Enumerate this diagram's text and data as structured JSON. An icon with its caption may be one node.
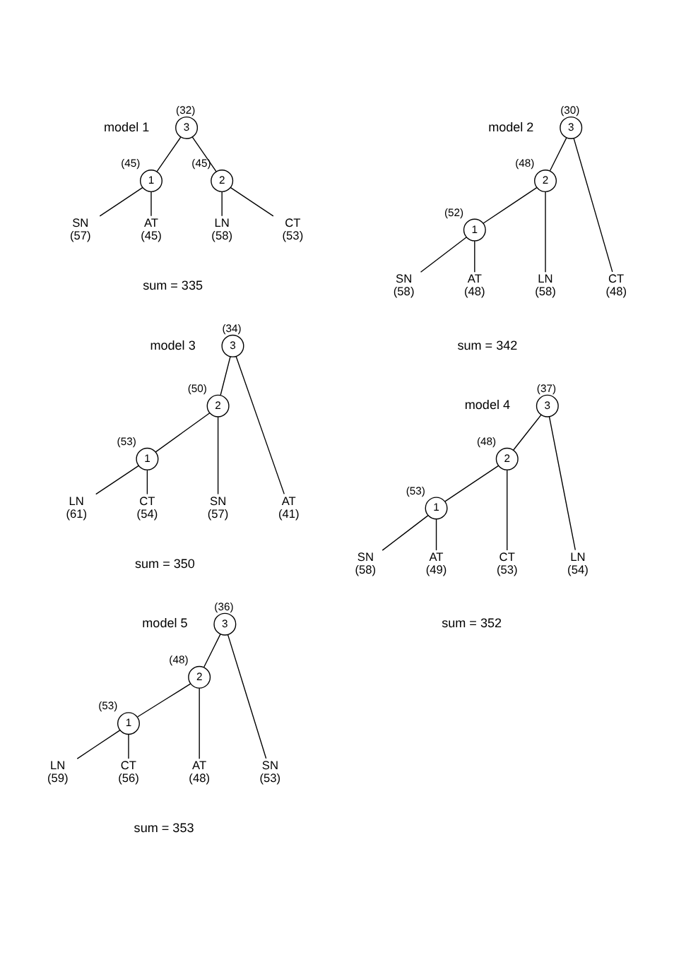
{
  "diagram": {
    "nodes": [
      {
        "text": [
          "3"
        ],
        "beside": [
          "(32)"
        ]
      },
      {
        "text": [
          "1"
        ],
        "beside": [
          "(45)"
        ]
      },
      {
        "text": [
          "2"
        ],
        "beside": [
          "(45)"
        ]
      },
      {
        "text": [
          "SN",
          "(57)"
        ]
      },
      {
        "text": [
          "AT",
          "(45)"
        ]
      },
      {
        "text": [
          "LN",
          "(58)"
        ]
      },
      {
        "text": [
          "CT",
          "(53)"
        ]
      },
      {
        "text": [
          "3"
        ],
        "beside": [
          "(30)"
        ]
      },
      {
        "text": [
          "2"
        ],
        "beside": [
          "(48)"
        ]
      },
      {
        "text": [
          "1"
        ],
        "beside": [
          "(52)"
        ]
      },
      {
        "text": [
          "SN",
          "(58)"
        ]
      },
      {
        "text": [
          "AT",
          "(48)"
        ]
      },
      {
        "text": [
          "LN",
          "(58)"
        ]
      },
      {
        "text": [
          "CT",
          "(48)"
        ]
      },
      {
        "text": [
          "3"
        ],
        "beside": [
          "(34)"
        ]
      },
      {
        "text": [
          "2"
        ],
        "beside": [
          "(50)"
        ]
      },
      {
        "text": [
          "1"
        ],
        "beside": [
          "(53)"
        ]
      },
      {
        "text": [
          "AT",
          "(41)"
        ]
      },
      {
        "text": [
          "SN",
          "(57)"
        ]
      },
      {
        "text": [
          "LN",
          "(61)"
        ]
      },
      {
        "text": [
          "CT",
          "(54)"
        ]
      },
      {
        "text": [
          "3"
        ],
        "beside": [
          "(37)"
        ]
      },
      {
        "text": [
          "2"
        ],
        "beside": [
          "(48)"
        ]
      },
      {
        "text": [
          "1"
        ],
        "beside": [
          "(53)"
        ]
      },
      {
        "text": [
          "SN",
          "(58)"
        ]
      },
      {
        "text": [
          "AT",
          "(49)"
        ]
      },
      {
        "text": [
          "CT",
          "(53)"
        ]
      },
      {
        "text": [
          "LN",
          "(54)"
        ]
      },
      {
        "text": [
          "3"
        ],
        "beside": [
          "(36)"
        ]
      },
      {
        "text": [
          "2"
        ],
        "beside": [
          "(48)"
        ]
      },
      {
        "text": [
          "1"
        ],
        "beside": [
          "(53)"
        ]
      },
      {
        "text": [
          "SN",
          "(53)"
        ]
      },
      {
        "text": [
          "AT",
          "(48)"
        ]
      },
      {
        "text": [
          "LN",
          "(59)"
        ]
      },
      {
        "text": [
          "CT",
          "(56)"
        ]
      }
    ],
    "edges": [
      {
        "from": 0,
        "to": 1,
        "arrow": "none"
      },
      {
        "from": 0,
        "to": 2,
        "arrow": "none"
      },
      {
        "from": 1,
        "to": 3,
        "arrow": "none"
      },
      {
        "from": 1,
        "to": 4,
        "arrow": "none"
      },
      {
        "from": 2,
        "to": 5,
        "arrow": "none"
      },
      {
        "from": 2,
        "to": 6,
        "arrow": "none"
      },
      {
        "from": 7,
        "to": 8,
        "arrow": "none"
      },
      {
        "from": 7,
        "to": 13,
        "arrow": "none"
      },
      {
        "from": 8,
        "to": 9,
        "arrow": "none"
      },
      {
        "from": 8,
        "to": 12,
        "arrow": "none"
      },
      {
        "from": 9,
        "to": 10,
        "arrow": "none"
      },
      {
        "from": 9,
        "to": 11,
        "arrow": "none"
      },
      {
        "from": 14,
        "to": 17,
        "arrow": "none"
      },
      {
        "from": 14,
        "to": 15,
        "arrow": "none"
      },
      {
        "from": 15,
        "to": 18,
        "arrow": "none"
      },
      {
        "from": 15,
        "to": 16,
        "arrow": "none"
      },
      {
        "from": 16,
        "to": 19,
        "arrow": "none"
      },
      {
        "from": 16,
        "to": 20,
        "arrow": "none"
      },
      {
        "from": 21,
        "to": 22,
        "arrow": "none"
      },
      {
        "from": 21,
        "to": 27,
        "arrow": "none"
      },
      {
        "from": 22,
        "to": 23,
        "arrow": "none"
      },
      {
        "from": 22,
        "to": 26,
        "arrow": "none"
      },
      {
        "from": 23,
        "to": 24,
        "arrow": "none"
      },
      {
        "from": 23,
        "to": 25,
        "arrow": "none"
      },
      {
        "from": 28,
        "to": 31,
        "arrow": "none"
      },
      {
        "from": 28,
        "to": 29,
        "arrow": "none"
      },
      {
        "from": 29,
        "to": 32,
        "arrow": "none"
      },
      {
        "from": 29,
        "to": 30,
        "arrow": "none"
      },
      {
        "from": 30,
        "to": 33,
        "arrow": "none"
      },
      {
        "from": 30,
        "to": 34,
        "arrow": "none"
      }
    ],
    "labels": [
      "model 1",
      "model 2",
      "sum = 335",
      "sum = 342",
      "model 3",
      "model 4",
      "sum = 350",
      "sum = 352",
      "model 5",
      "sum = 353"
    ]
  }
}
